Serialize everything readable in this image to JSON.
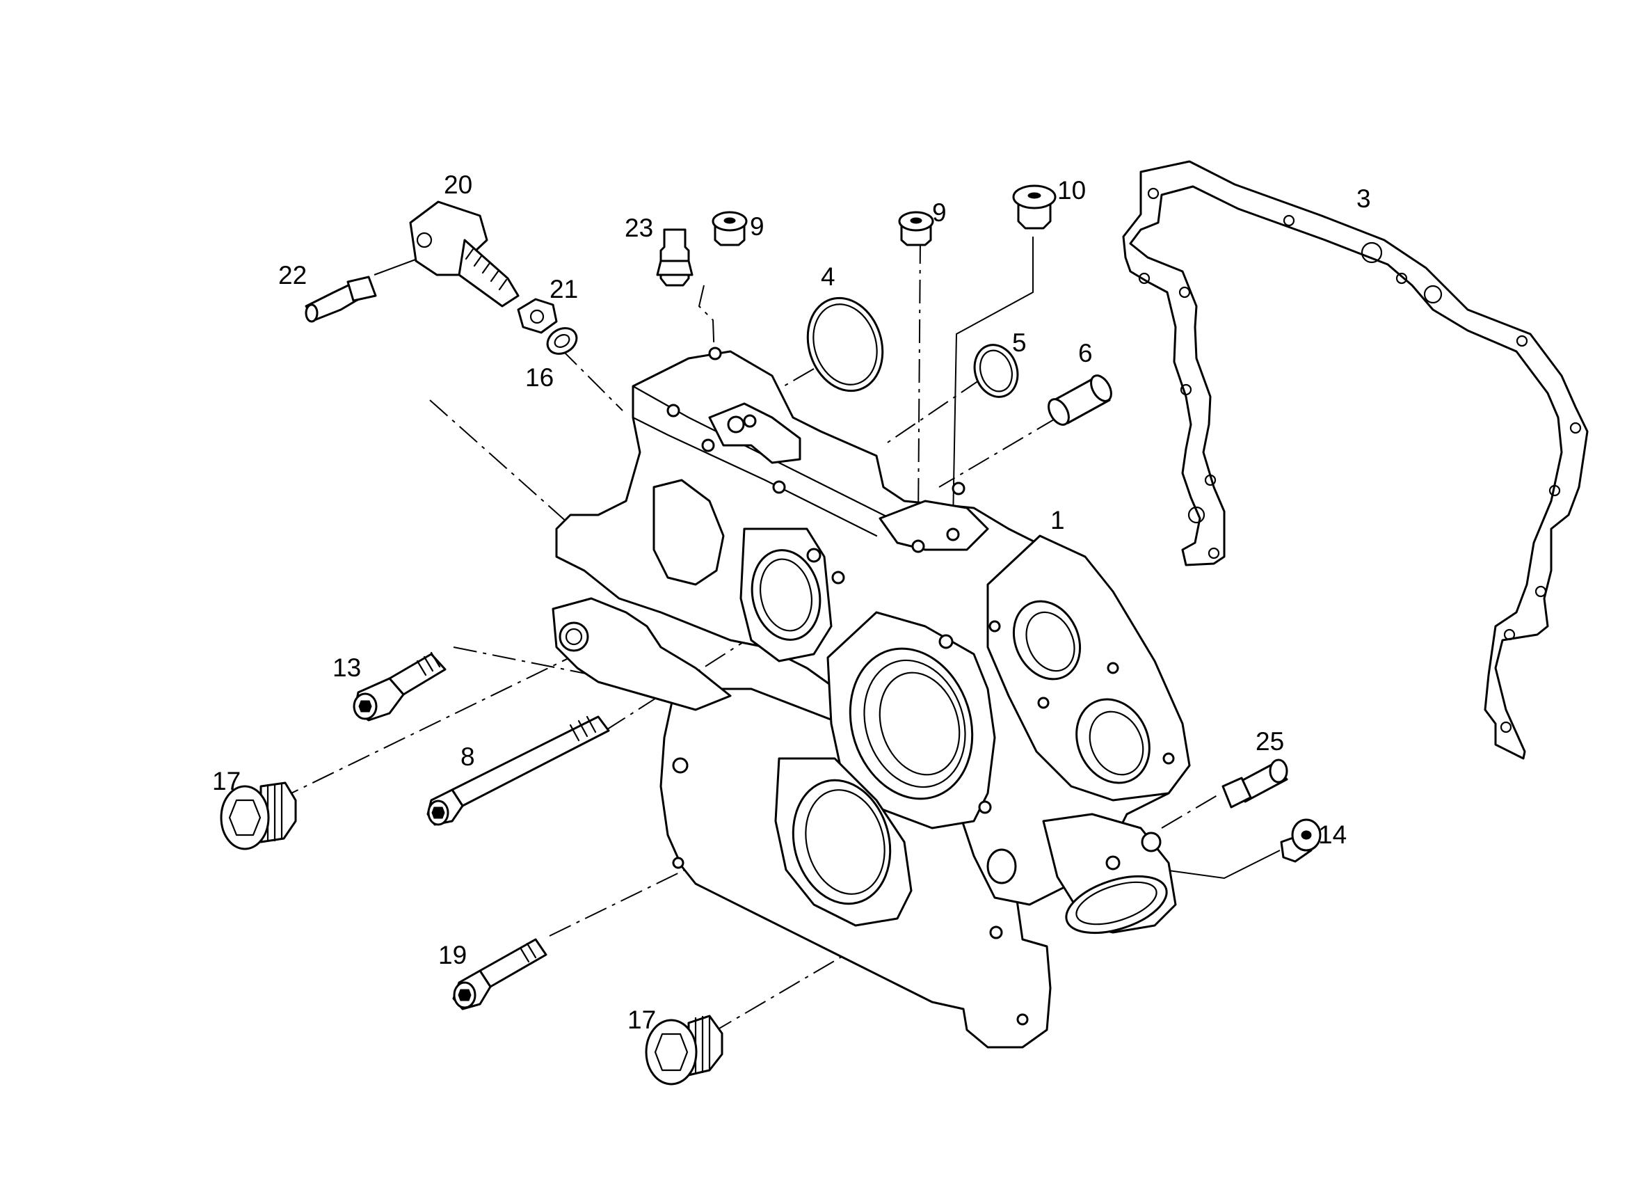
{
  "colors": {
    "ink": "#000000",
    "paper": "#ffffff"
  },
  "callouts": {
    "c1": "1",
    "c3": "3",
    "c4": "4",
    "c5": "5",
    "c6": "6",
    "c8": "8",
    "c9a": "9",
    "c9b": "9",
    "c10": "10",
    "c13": "13",
    "c14": "14",
    "c16": "16",
    "c17a": "17",
    "c17b": "17",
    "c19": "19",
    "c20": "20",
    "c21": "21",
    "c22": "22",
    "c23": "23",
    "c25": "25"
  }
}
